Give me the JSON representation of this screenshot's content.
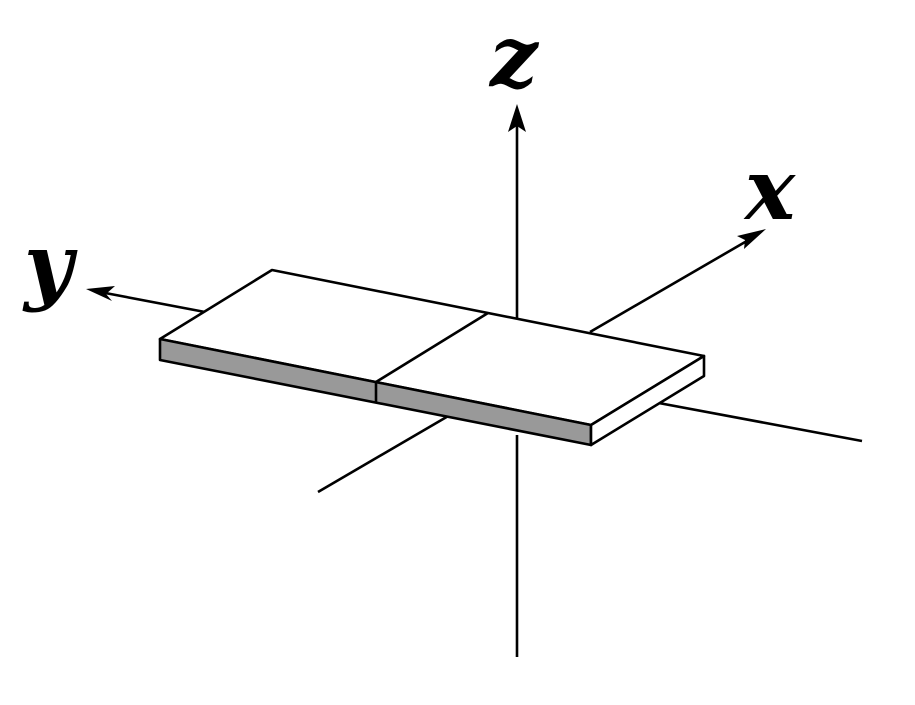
{
  "axes": {
    "x_label": "x",
    "y_label": "y",
    "z_label": "z"
  },
  "colors": {
    "plate_top": "#ffffff",
    "plate_front_side": "#999999",
    "plate_end_side": "#ffffff",
    "line": "#000000"
  },
  "plate": {
    "segments": 2
  }
}
